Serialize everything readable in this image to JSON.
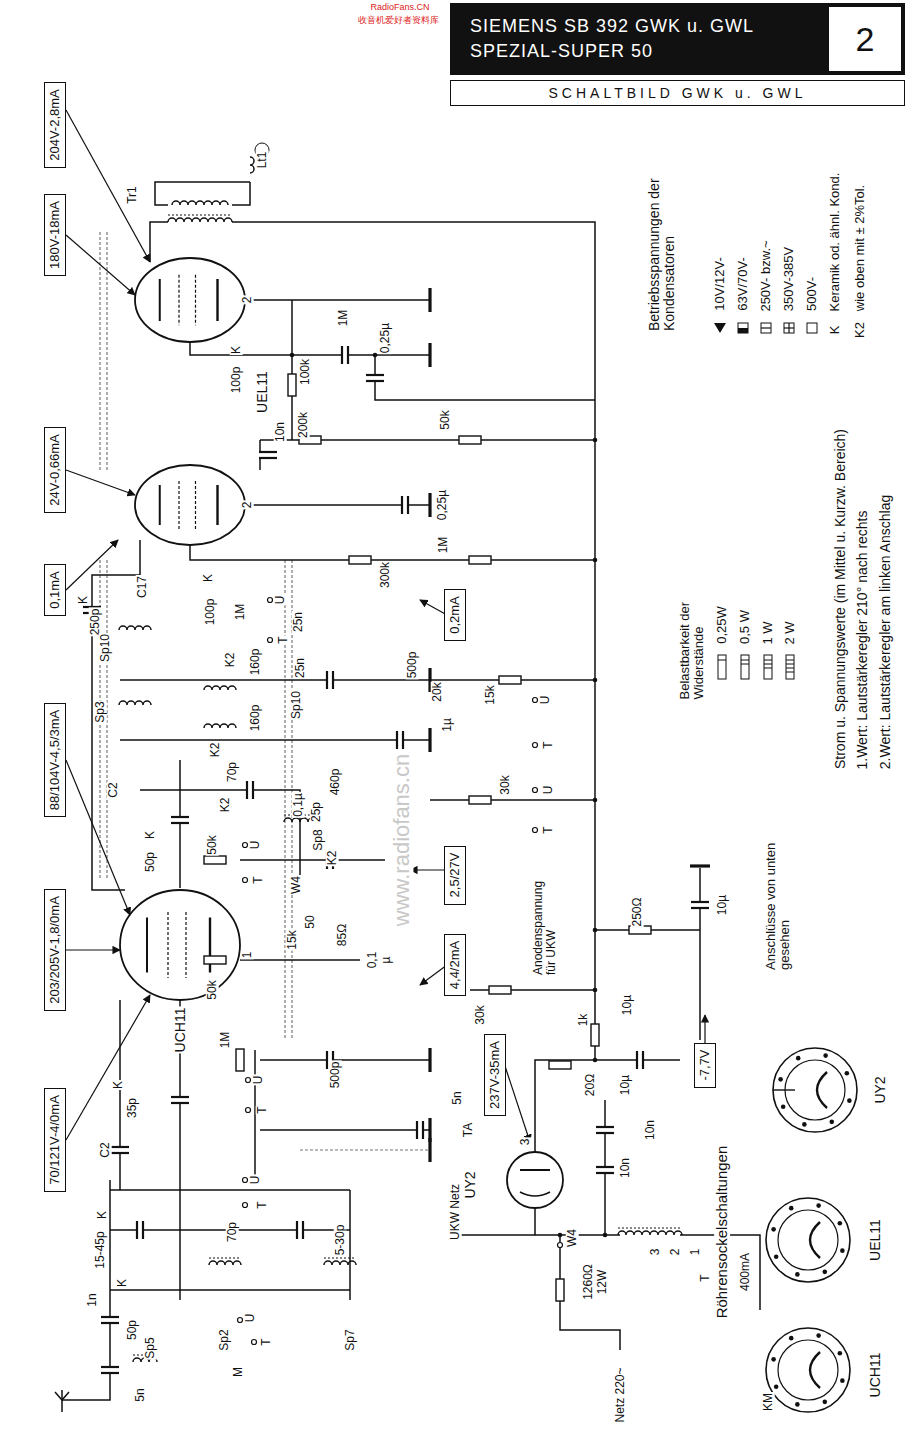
{
  "diagram": {
    "nodes": [
      {
        "text": [
          "SIEMENS SB 392 GWK u. GWL",
          "SPEZIAL-SUPER 50"
        ]
      },
      {
        "text": [
          "2"
        ]
      },
      {
        "text": [
          "SCHALTBILD GWK u. GWL"
        ]
      },
      {
        "text": [
          "204V-2,8mA"
        ]
      },
      {
        "text": [
          "180V-18mA"
        ]
      },
      {
        "text": [
          "24V-0,66mA"
        ]
      },
      {
        "text": [
          "0,1mA"
        ]
      },
      {
        "text": [
          "88/104V-4,5/3mA"
        ]
      },
      {
        "text": [
          "203/205V-1,8/0mA"
        ]
      },
      {
        "text": [
          "70/121V-4/0mA"
        ]
      },
      {
        "text": [
          "0,2mA"
        ]
      },
      {
        "text": [
          "2,5/27V"
        ]
      },
      {
        "text": [
          "4,4/2mA"
        ]
      },
      {
        "text": [
          "237V-35mA"
        ]
      },
      {
        "text": [
          "-7,7V"
        ]
      }
    ],
    "labels": [
      "RadioFans.CN",
      "收音机爱好者资料库",
      "Lt1",
      "Tr1",
      "2",
      "K",
      "100p",
      "100k",
      "UEL11",
      "1M",
      "0,25µ",
      "10n",
      "200k",
      "50k",
      "2",
      "0,25µ",
      "300k",
      "1M",
      "K",
      "250p",
      "C17",
      "K",
      "100p",
      "1M",
      "U",
      "T",
      "25n",
      "Sp10",
      "160p",
      "K2",
      "25n",
      "500p",
      "20k",
      "15k",
      "1µ",
      "U",
      "T",
      "Sp10",
      "160p",
      "K2",
      "Sp3",
      "70p",
      "K2",
      "C2",
      "K",
      "50p",
      "U",
      "T",
      "0,1µ",
      "25p",
      "Sp8",
      "460p",
      "K2",
      "30k",
      "U",
      "T",
      "50k",
      "W4",
      "15k",
      "50",
      "85Ω",
      "0,1",
      "µ",
      "1",
      "50k",
      "UCH11",
      "Anodenspannung für UKW",
      "30k",
      "1k",
      "10µ",
      "250Ω",
      "10µ",
      "10µ",
      "20Ω",
      "K",
      "35p",
      "C2",
      "1M",
      "U",
      "T",
      "500p",
      "5n",
      "TA",
      "U",
      "T",
      "UY2",
      "3",
      "10n",
      "10n",
      "K",
      "15-45p",
      "70p",
      "5-30p",
      "1n",
      "K",
      "50p",
      "Sp5",
      "5n",
      "Sp2",
      "M",
      "U",
      "T",
      "Sp7",
      "UKW Netz",
      "W4",
      "1260Ω",
      "12W",
      "3",
      "2",
      "1",
      "T",
      "400mA",
      "Netz 220~",
      "Röhrensockelschaltungen",
      "UCH11",
      "UEL11",
      "UY2",
      "KM",
      "Anschlüsse von unten gesehen",
      "Strom u. Spannungswerte (im Mittel u. Kurzw. Bereich)",
      "1.Wert: Lautstärkeregler 210° nach rechts",
      "2.Wert: Lautstärkeregler am linken Anschlag",
      "Belastbarkeit der Widerstände",
      "Betriebsspannungen der Kondensatoren",
      "K",
      "Keramik od. ähnl. Kond.",
      "K2",
      "wie oben mit ± 2%Tol.",
      "www.radiofans.cn"
    ],
    "legend": [
      {
        "text": "10V/12V-"
      },
      {
        "text": "63V/70V-"
      },
      {
        "text": "250V- bzw.~"
      },
      {
        "text": "350V-385V"
      },
      {
        "text": "500V-"
      },
      {
        "text": "0,25W"
      },
      {
        "text": "0,5 W"
      },
      {
        "text": "1 W"
      },
      {
        "text": "2 W"
      }
    ]
  }
}
